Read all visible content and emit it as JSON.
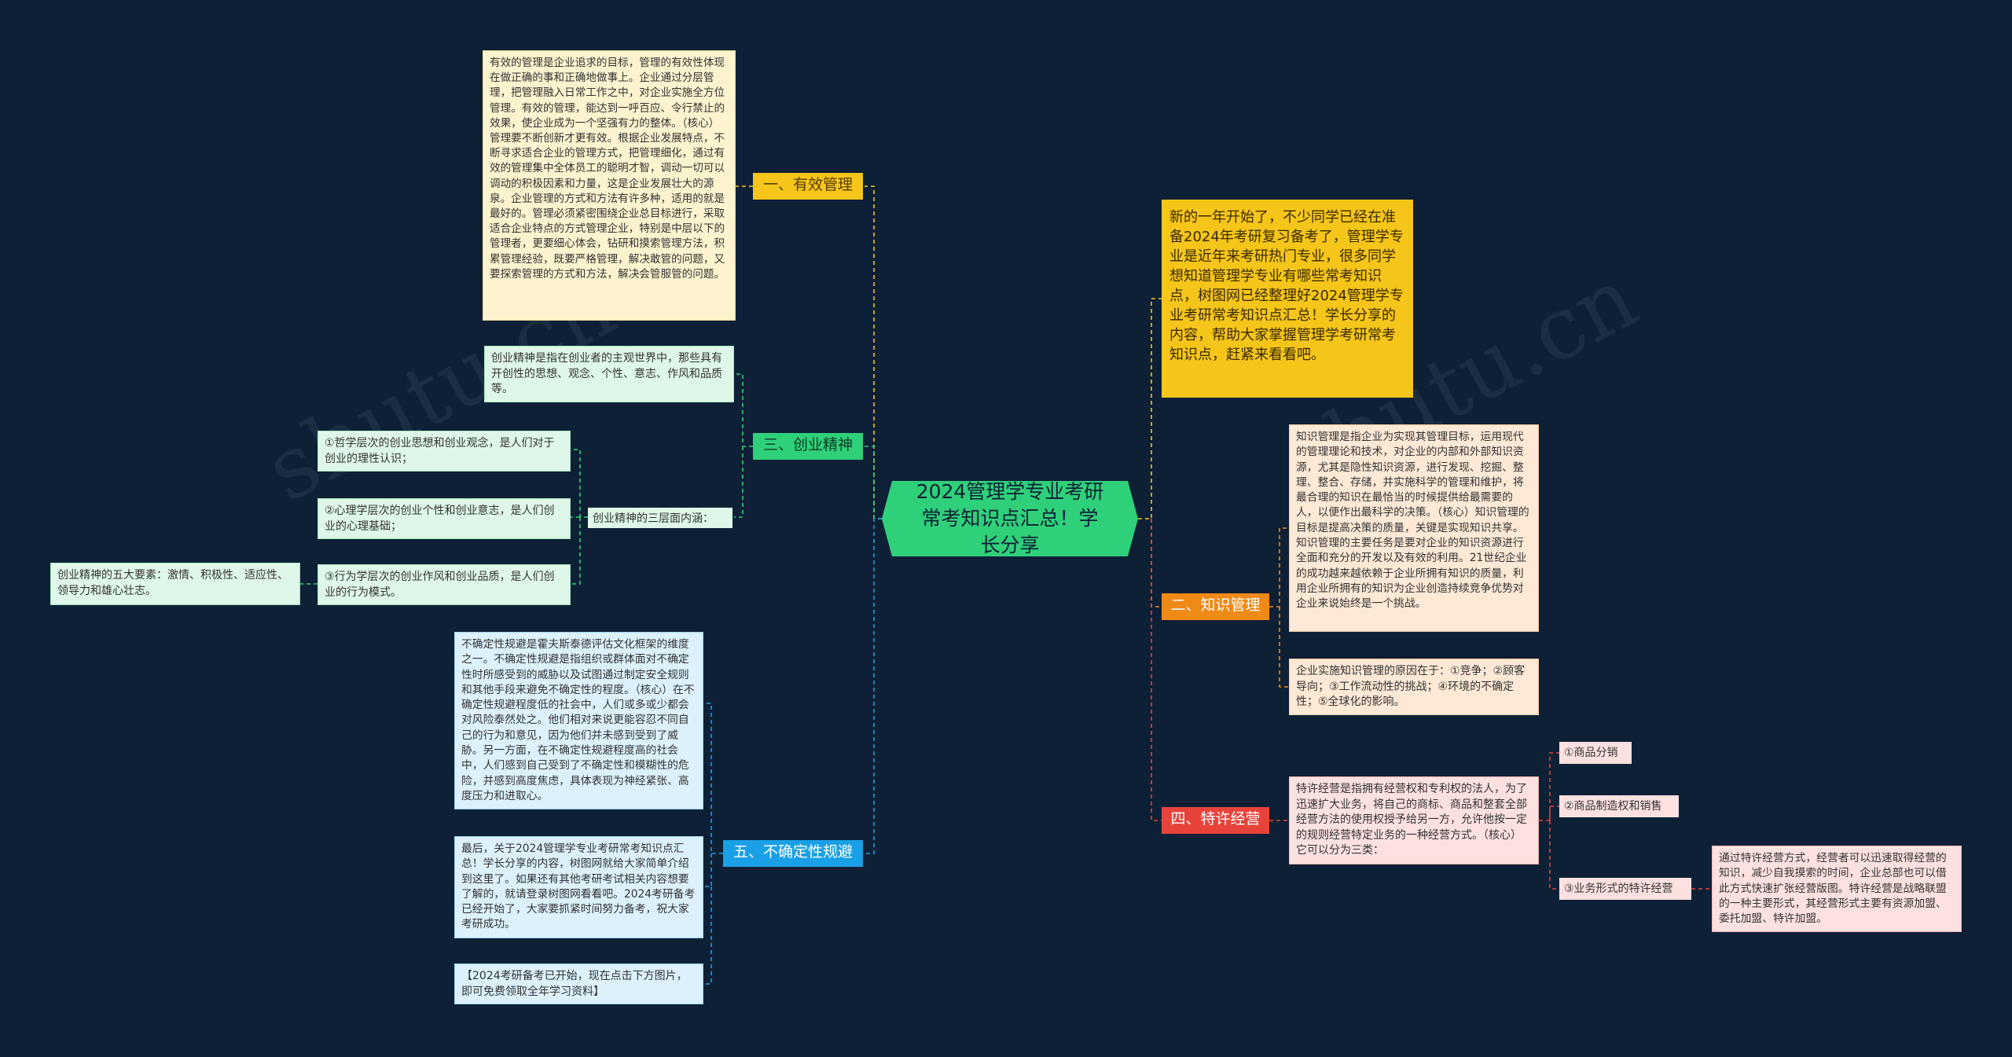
{
  "root": {
    "title": "2024管理学专业考研常考知识点汇总！学长分享"
  },
  "intro": "新的一年开始了，不少同学已经在准备2024年考研复习备考了，管理学专业是近年来考研热门专业，很多同学想知道管理学专业有哪些常考知识点，树图网已经整理好2024管理学专业考研常考知识点汇总！学长分享的内容，帮助大家掌握管理学考研常考知识点，赶紧来看看吧。",
  "branches": {
    "effective": {
      "label": "一、有效管理",
      "text": "有效的管理是企业追求的目标，管理的有效性体现在做正确的事和正确地做事上。企业通过分层管理，把管理融入日常工作之中，对企业实施全方位管理。有效的管理，能达到一呼百应、令行禁止的效果，使企业成为一个坚强有力的整体。（核心）管理要不断创新才更有效。根据企业发展特点，不断寻求适合企业的管理方式，把管理细化，通过有效的管理集中全体员工的聪明才智，调动一切可以调动的积极因素和力量，这是企业发展壮大的源泉。企业管理的方式和方法有许多种，适用的就是最好的。管理必须紧密围绕企业总目标进行，采取适合企业特点的方式管理企业，特别是中层以下的管理者，更要细心体会，钻研和摸索管理方法，积累管理经验，既要严格管理，解决敢管的问题，又要探索管理的方式和方法，解决会管服管的问题。"
    },
    "entrepreneurship": {
      "label": "三、创业精神",
      "definition": "创业精神是指在创业者的主观世界中，那些具有开创性的思想、观念、个性、意志、作风和品质等。",
      "three_levels_label": "创业精神的三层面内涵：",
      "level1": "①哲学层次的创业思想和创业观念，是人们对于创业的理性认识；",
      "level2": "②心理学层次的创业个性和创业意志，是人们创业的心理基础；",
      "level3": "③行为学层次的创业作风和创业品质，是人们创业的行为模式。",
      "five_elements": "创业精神的五大要素：激情、积极性、适应性、领导力和雄心壮志。"
    },
    "uncertainty": {
      "label": "五、不确定性规避",
      "text": "不确定性规避是霍夫斯泰德评估文化框架的维度之一。不确定性规避是指组织或群体面对不确定性时所感受到的威胁以及试图通过制定安全规则和其他手段来避免不确定性的程度。（核心）在不确定性规避程度低的社会中，人们或多或少都会对风险泰然处之。他们相对来说更能容忍不同自己的行为和意见，因为他们并未感到受到了威胁。另一方面，在不确定性规避程度高的社会中，人们感到自己受到了不确定性和模糊性的危险，并感到高度焦虑，具体表现为神经紧张、高度压力和进取心。",
      "closing": "最后，关于2024管理学专业考研常考知识点汇总！学长分享的内容，树图网就给大家简单介绍到这里了。如果还有其他考研考试相关内容想要了解的，就请登录树图网看看吧。2024考研备考已经开始了，大家要抓紧时间努力备考，祝大家考研成功。",
      "promo": "【2024考研备考已开始，现在点击下方图片，即可免费领取全年学习资料】"
    },
    "knowledge": {
      "label": "二、知识管理",
      "text": "知识管理是指企业为实现其管理目标，运用现代的管理理论和技术，对企业的内部和外部知识资源，尤其是隐性知识资源，进行发现、挖掘、整理、整合、存储，并实施科学的管理和维护，将最合理的知识在最恰当的时候提供给最需要的人，以便作出最科学的决策。（核心）知识管理的目标是提高决策的质量，关键是实现知识共享。知识管理的主要任务是要对企业的知识资源进行全面和充分的开发以及有效的利用。21世纪企业的成功越来越依赖于企业所拥有知识的质量，利用企业所拥有的知识为企业创造持续竞争优势对企业来说始终是一个挑战。",
      "reasons": "企业实施知识管理的原因在于：①竞争；②顾客导向；③工作流动性的挑战；④环境的不确定性；⑤全球化的影响。"
    },
    "franchise": {
      "label": "四、特许经营",
      "text": "特许经营是指拥有经营权和专利权的法人，为了迅速扩大业务，将自己的商标、商品和整套全部经营方法的使用权授予给另一方，允许他按一定的规则经营特定业务的一种经营方式。（核心）它可以分为三类：",
      "type1": "①商品分销",
      "type2": "②商品制造权和销售",
      "type3": "③业务形式的特许经营",
      "type3_detail": "通过特许经营方式，经营者可以迅速取得经营的知识，减少自我摸索的时间，企业总部也可以借此方式快速扩张经营版图。特许经营是战略联盟的一种主要形式，其经营形式主要有资源加盟、委托加盟、特许加盟。"
    }
  },
  "watermark": "shutu.cn",
  "colors": {
    "background": "#0e2036",
    "root": "#2fd07a",
    "yellow": "#f5c519",
    "green": "#2fd07a",
    "blue": "#1aa0e6",
    "orange": "#f08a16",
    "red": "#e8433a"
  }
}
